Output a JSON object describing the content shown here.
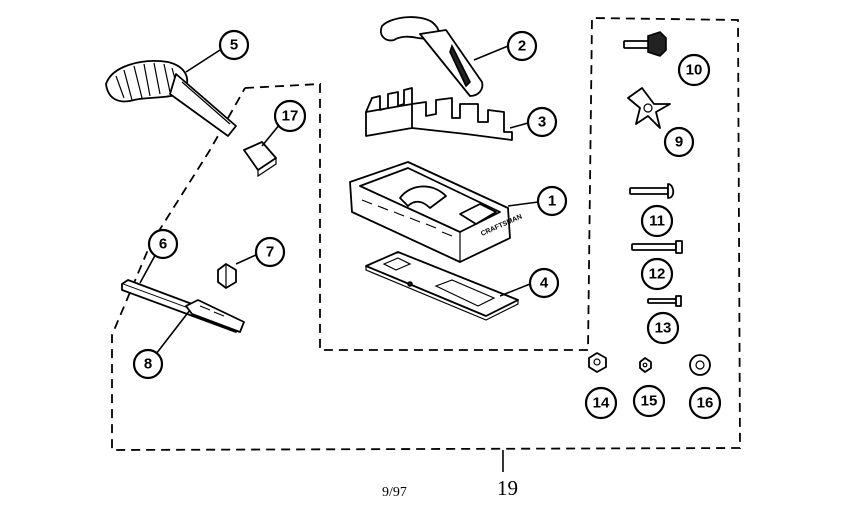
{
  "callouts": [
    {
      "id": "callout-1",
      "label": "1"
    },
    {
      "id": "callout-2",
      "label": "2"
    },
    {
      "id": "callout-3",
      "label": "3"
    },
    {
      "id": "callout-4",
      "label": "4"
    },
    {
      "id": "callout-5",
      "label": "5"
    },
    {
      "id": "callout-6",
      "label": "6"
    },
    {
      "id": "callout-7",
      "label": "7"
    },
    {
      "id": "callout-8",
      "label": "8"
    },
    {
      "id": "callout-9",
      "label": "9"
    },
    {
      "id": "callout-10",
      "label": "10"
    },
    {
      "id": "callout-11",
      "label": "11"
    },
    {
      "id": "callout-12",
      "label": "12"
    },
    {
      "id": "callout-13",
      "label": "13"
    },
    {
      "id": "callout-14",
      "label": "14"
    },
    {
      "id": "callout-15",
      "label": "15"
    },
    {
      "id": "callout-16",
      "label": "16"
    },
    {
      "id": "callout-17",
      "label": "17"
    }
  ],
  "footer": {
    "date": "9/97",
    "assembly_number": "19"
  },
  "base_brand": "CRAFTSMAN"
}
